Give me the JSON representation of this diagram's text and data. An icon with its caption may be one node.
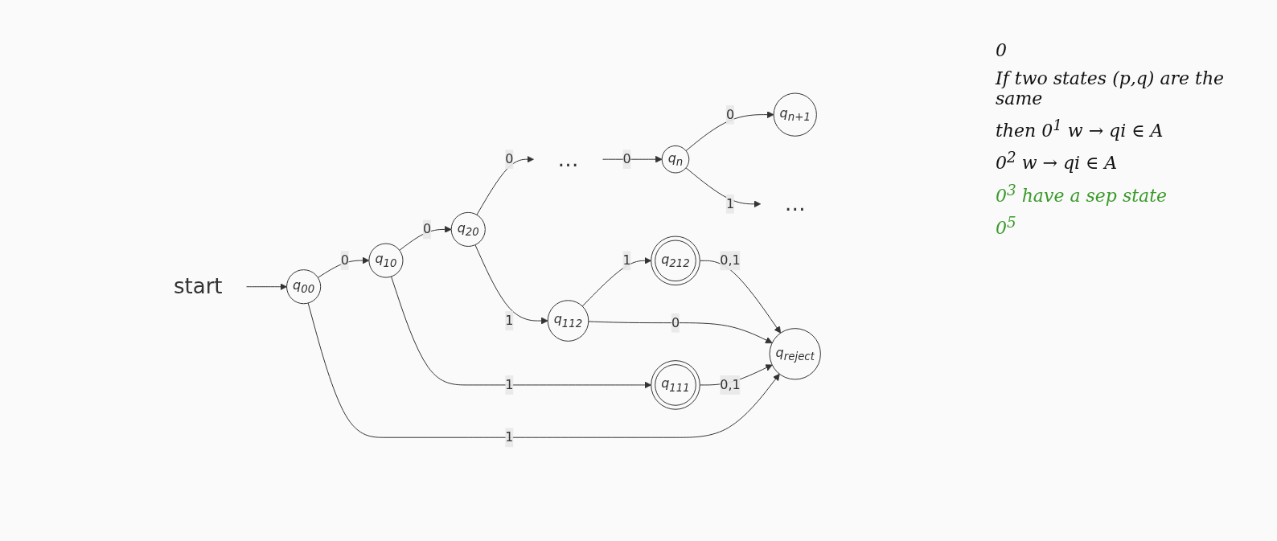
{
  "diagram": {
    "nodes": [
      {
        "text": [
          "start"
        ]
      },
      {
        "text": [
          "q$_{00}$"
        ]
      },
      {
        "text": [
          "q$_{10}$"
        ]
      },
      {
        "text": [
          "q$_{20}$"
        ]
      },
      {
        "text": [
          "…"
        ]
      },
      {
        "text": [
          "q$_{n}$"
        ]
      },
      {
        "text": [
          "q$_{n+1}$"
        ]
      },
      {
        "text": [
          "q$_{111}$"
        ]
      },
      {
        "text": [
          "q$_{112}$"
        ]
      },
      {
        "text": [
          "q$_{212}$"
        ]
      },
      {
        "text": [
          "q$_{reject}$"
        ]
      },
      {
        "text": [
          "…"
        ]
      }
    ],
    "edges": [
      {
        "from": 0,
        "to": 1,
        "arrow": "to"
      },
      {
        "from": 1,
        "to": 2,
        "label": "0",
        "arrow": "to"
      },
      {
        "from": 2,
        "to": 3,
        "label": "0",
        "arrow": "to"
      },
      {
        "from": 3,
        "to": 4,
        "label": "0",
        "arrow": "to"
      },
      {
        "from": 4,
        "to": 5,
        "label": "0",
        "arrow": "to"
      },
      {
        "from": 5,
        "to": 6,
        "label": "0",
        "arrow": "to"
      },
      {
        "from": 1,
        "to": 10,
        "label": "1",
        "arrow": "to"
      },
      {
        "from": 2,
        "to": 7,
        "label": "1",
        "arrow": "to"
      },
      {
        "from": 3,
        "to": 8,
        "label": "1",
        "arrow": "to"
      },
      {
        "from": 5,
        "to": 11,
        "label": "1",
        "arrow": "to"
      },
      {
        "from": 8,
        "to": 9,
        "label": "1",
        "arrow": "to"
      },
      {
        "from": 7,
        "to": 10,
        "label": "0,1",
        "arrow": "to"
      },
      {
        "from": 8,
        "to": 10,
        "label": "0",
        "arrow": "to"
      },
      {
        "from": 9,
        "to": 10,
        "label": "0,1",
        "arrow": "to"
      }
    ],
    "labels": [
      "0",
      "If two states (p,q) are the same",
      "then 0$^{1}$ w → qi ∈ A",
      "0$^{2}$ w → qi ∈ A",
      "0$^{3}$ have a sep state",
      "0$^{5}$"
    ]
  }
}
